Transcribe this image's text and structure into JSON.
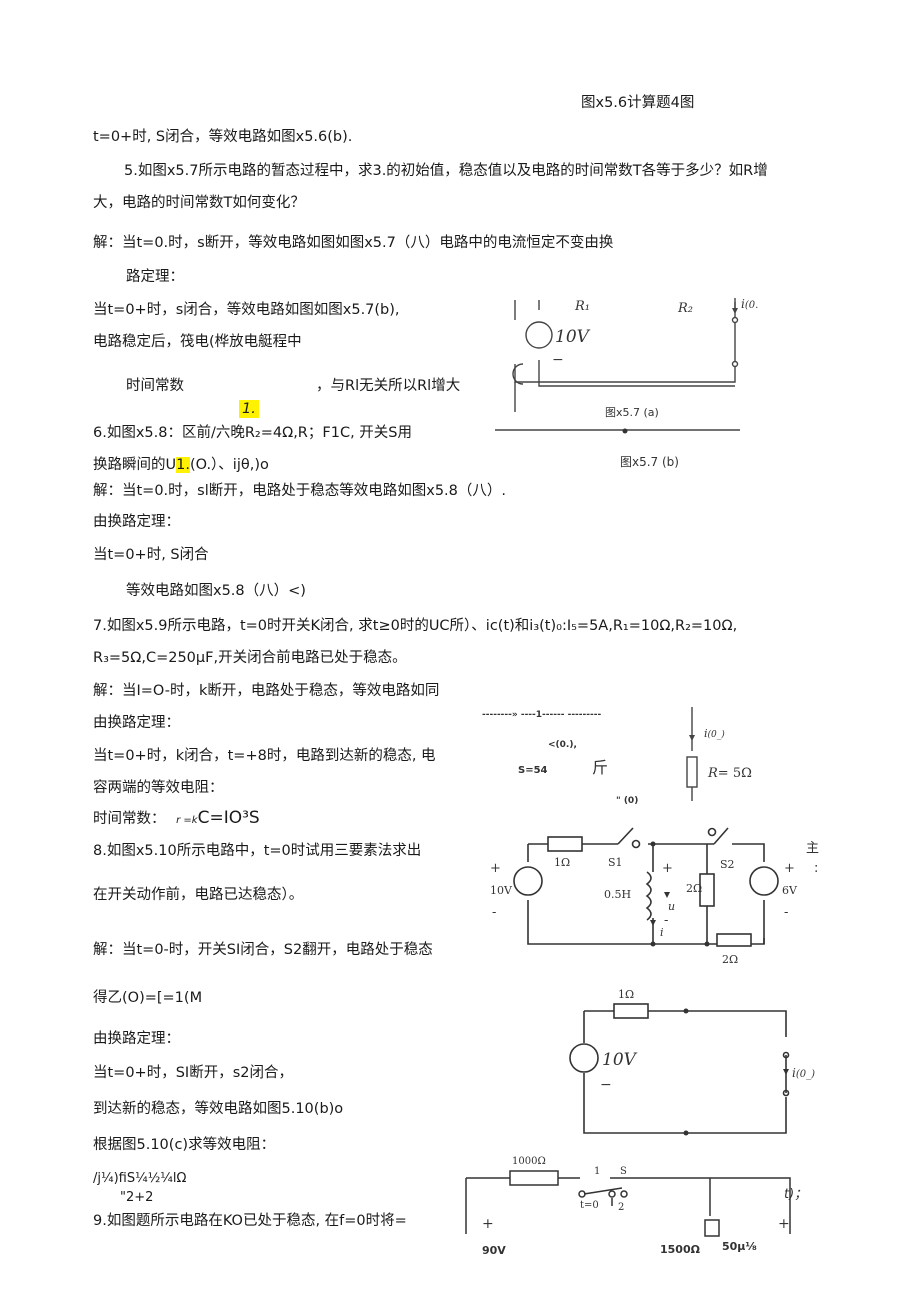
{
  "lines": {
    "fig56_caption": "图x5.6计算题4图",
    "l1": "t=0+时, S闭合，等效电路如图x5.6(b).",
    "q5_a": "5.如图x5.7所示电路的暂态过程中，求3.的初始值，稳态值以及电路的时间常数T各等于多少？如R增",
    "q5_b": "大，电路的时间常数T如何变化？",
    "sol5_a": "解：当t=0.时，s断开，等效电路如图如图x5.7（八）电路中的电流恒定不变由换",
    "sol5_b": "路定理：",
    "sol5_c": "当t=0+时，s闭合，等效电路如图如图x5.7(b),",
    "sol5_d": "电路稳定后，筏电(桦放电艇程中",
    "sol5_e": "时间常数",
    "sol5_f": "，与Rl无关所以Rl增大",
    "hl_mark": "1.",
    "q6_a": "6.如图x5.8：区前/六晚R₂=4Ω,R；F1C, 开关S用",
    "q6_b1": "换路瞬间的U",
    "q6_b2": "1.",
    "q6_b3": "(O.）、ijθ,)o",
    "sol6_a": "解：当t=0.时，sl断开，电路处于稳态等效电路如图x5.8（八）.",
    "sol6_b": "由换路定理：",
    "sol6_c": "当t=0+时, S闭合",
    "sol6_d": "等效电路如图x5.8（八）<)",
    "q7_a": "7.如图x5.9所示电路，t=0时开关K闭合, 求t≥0时的UC所）、ic(t)和i₃(t)₀:I₅=5A,R₁=10Ω,R₂=10Ω,",
    "q7_b": "R₃=5Ω,C=250μF,开关闭合前电路已处于稳态。",
    "sol7_a": "解：当I=O-时，k断开，电路处于稳态，等效电路如同",
    "sol7_b": "由换路定理：",
    "sol7_c": "当t=0+时，k闭合，t=+8时，电路到达新的稳态, 电",
    "sol7_d": "容两端的等效电阻：",
    "sol7_e1": "时间常数：",
    "sol7_e2": "r =k",
    "sol7_e3": "C=IO³S",
    "q8_a": "8.如图x5.10所示电路中，t=0时试用三要素法求出",
    "q8_b": "在开关动作前，电路已达稳态）。",
    "sol8_a": "解：当t=0-时，开关SI闭合，S2翻开，电路处于稳态",
    "sol8_b": "得乙(O)=[=1(M",
    "sol8_c": "由换路定理：",
    "sol8_d": "当t=0+时，SI断开，s2闭合，",
    "sol8_e": "到达新的稳态，等效电路如图5.10(b)o",
    "sol8_f": "根据图5.10(c)求等效电阻：",
    "sol8_g": "/j¼)fiS¼½¼lΩ",
    "sol8_h": "\"2+2",
    "q9": "9.如图题所示电路在KO已处于稳态, 在f=0时将="
  },
  "figures": {
    "fig57": {
      "r1": "R₁",
      "r2": "R₂",
      "il": "i",
      "il_arg": "(0.",
      "vs": "10V",
      "minus": "−",
      "cap_a": "图x5.7 (a)",
      "cap_b": "图x5.7 (b)"
    },
    "fig59": {
      "dashes": "--------» ----1------ ---------",
      "ucap": "<(0.),",
      "s54": "S=54",
      "jin": "斤",
      "i0": "\" (0)",
      "i3": "i",
      "i3_arg": "(0_)",
      "r3": "R",
      "r3_val": "= 5Ω"
    },
    "fig510": {
      "r1": "1Ω",
      "s1": "S1",
      "s2": "S2",
      "v10": "10V",
      "l": "0.5H",
      "ul": "u",
      "il": "i",
      "r2a": "2Ω",
      "v6": "6V",
      "r2b": "2Ω",
      "plus": "+",
      "minus": "-",
      "side1": "主",
      "side2": ":"
    },
    "fig510b": {
      "r1": "1Ω",
      "vs": "10V",
      "il": "i",
      "il_arg": "(0_)",
      "minus": "−"
    },
    "fig9": {
      "r1000": "1000Ω",
      "s": "S",
      "n1": "1",
      "n2": "2",
      "t0": "t=0",
      "tpar": "t)；",
      "plus": "+",
      "v90": "90V",
      "r1500": "1500Ω",
      "c50": "50µ⅛"
    }
  }
}
